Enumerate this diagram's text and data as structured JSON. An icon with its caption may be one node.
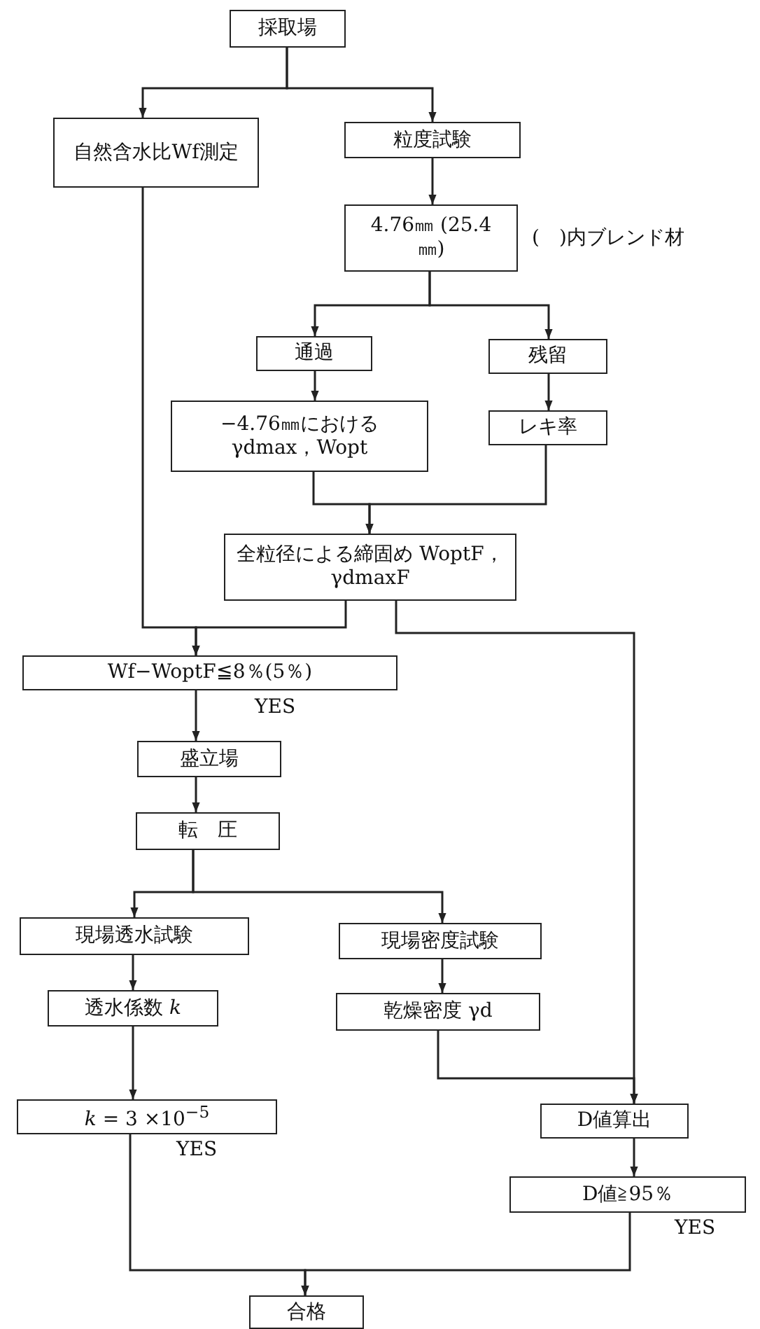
{
  "diagram": {
    "nodes": [
      {
        "text": [
          "採取場"
        ]
      },
      {
        "text": [
          "自然含水比Wf測定"
        ]
      },
      {
        "text": [
          "粒度試験"
        ]
      },
      {
        "text": [
          "4.76㎜ (25.4㎜)"
        ]
      },
      {
        "text": [
          "通過"
        ]
      },
      {
        "text": [
          "残留"
        ]
      },
      {
        "text": [
          "−4.76㎜における γdmax，Wopt"
        ]
      },
      {
        "text": [
          "レキ率"
        ]
      },
      {
        "text": [
          "全粒径による締固め WoptF，γdmaxF"
        ]
      },
      {
        "text": [
          "Wf−WoptF≦8％(5％)"
        ]
      },
      {
        "text": [
          "盛立場"
        ]
      },
      {
        "text": [
          "転　圧"
        ]
      },
      {
        "text": [
          "現場透水試験"
        ]
      },
      {
        "text": [
          "現場密度試験"
        ]
      },
      {
        "text": [
          "透水係数 *k*"
        ]
      },
      {
        "text": [
          "乾燥密度 γd"
        ]
      },
      {
        "text": [
          "*k* = 3 ×10$^{−5}$"
        ]
      },
      {
        "text": [
          "D値算出"
        ]
      },
      {
        "text": [
          "D値≧95％"
        ]
      },
      {
        "text": [
          "合格"
        ]
      }
    ],
    "edges": [
      {
        "from": 0,
        "to": 1,
        "arrow": "to"
      },
      {
        "from": 0,
        "to": 2,
        "arrow": "to"
      },
      {
        "from": 2,
        "to": 3,
        "arrow": "to"
      },
      {
        "from": 3,
        "to": 4,
        "arrow": "to"
      },
      {
        "from": 3,
        "to": 5,
        "arrow": "to"
      },
      {
        "from": 4,
        "to": 6,
        "arrow": "to"
      },
      {
        "from": 5,
        "to": 7,
        "arrow": "to"
      },
      {
        "from": 6,
        "to": 8,
        "arrow": "to"
      },
      {
        "from": 7,
        "to": 8,
        "arrow": "to"
      },
      {
        "from": 1,
        "to": 9,
        "arrow": "to"
      },
      {
        "from": 8,
        "to": 9,
        "arrow": "to"
      },
      {
        "from": 8,
        "to": 17,
        "arrow": "to"
      },
      {
        "from": 9,
        "to": 10,
        "arrow": "to",
        "label": "YES"
      },
      {
        "from": 10,
        "to": 11,
        "arrow": "to"
      },
      {
        "from": 11,
        "to": 12,
        "arrow": "to"
      },
      {
        "from": 11,
        "to": 13,
        "arrow": "to"
      },
      {
        "from": 12,
        "to": 14,
        "arrow": "to"
      },
      {
        "from": 13,
        "to": 15,
        "arrow": "to"
      },
      {
        "from": 14,
        "to": 16,
        "arrow": "to"
      },
      {
        "from": 15,
        "to": 17,
        "arrow": "to"
      },
      {
        "from": 17,
        "to": 18,
        "arrow": "to"
      },
      {
        "from": 16,
        "to": 19,
        "arrow": "to",
        "label": "YES"
      },
      {
        "from": 18,
        "to": 19,
        "arrow": "to",
        "label": "YES"
      }
    ],
    "labels": [
      "(　)内ブレンド材"
    ]
  }
}
